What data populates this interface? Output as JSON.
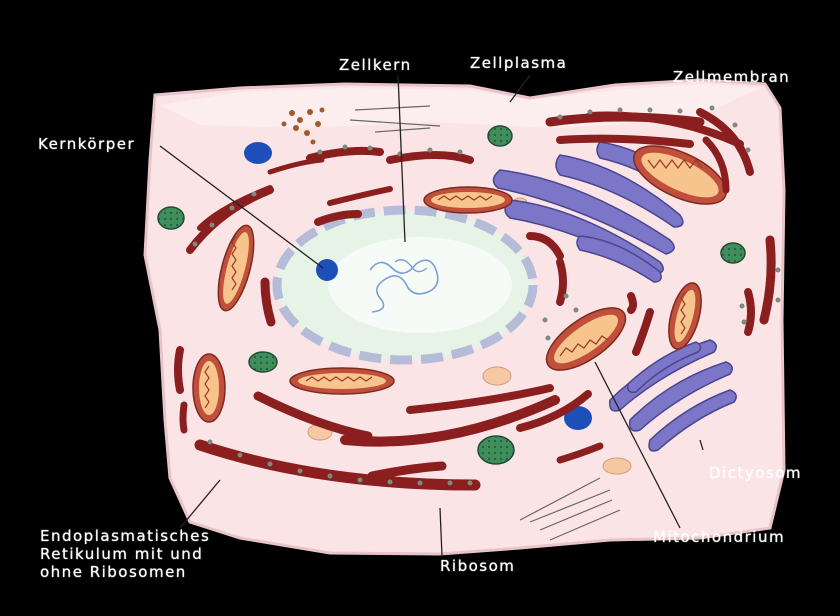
{
  "labels": {
    "zellkern": "Zellkern",
    "zellplasma": "Zellplasma",
    "zellmembran": "Zellmembran",
    "kernkoerper": "Kernkörper",
    "dictyosom": "Dictyosom",
    "er": "Endoplasmatisches\nRetikulum mit und\nohne Ribosomen",
    "ribosom": "Ribosom",
    "mitochondrium": "Mitochondrium"
  },
  "colors": {
    "background": "#000000",
    "cytoplasm": "#fbe4e6",
    "nucleus": "#e9f4ea",
    "er": "#8b1f1f",
    "mitochondria_outer": "#c0503c",
    "mitochondria_inner": "#f6c48c",
    "golgi": "#7b76c8",
    "vesicle_green": "#3f8f5d",
    "nucleolus_blue": "#1e4fb8"
  }
}
